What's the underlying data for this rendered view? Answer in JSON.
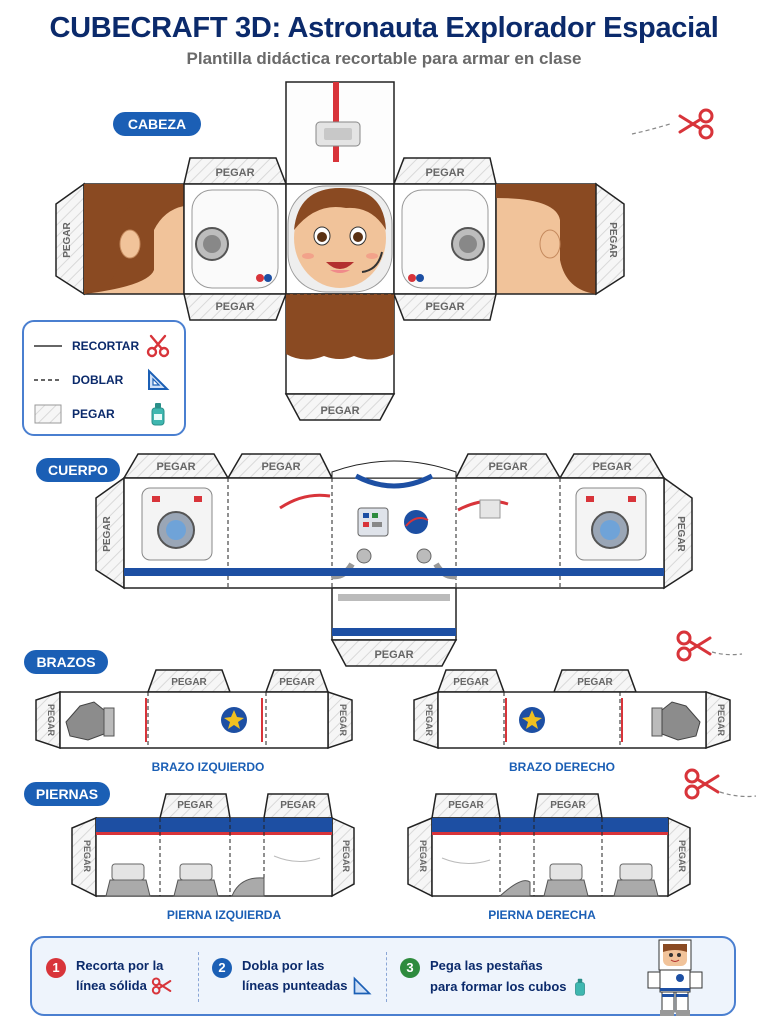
{
  "header": {
    "title": "CUBECRAFT 3D: Astronauta Explorador Espacial",
    "subtitle": "Plantilla didáctica recortable para armar en clase"
  },
  "sections": {
    "head": "CABEZA",
    "body": "CUERPO",
    "arms": "BRAZOS",
    "legs": "PIERNAS"
  },
  "tab_label": "PEGAR",
  "legend": {
    "cut": "RECORTAR",
    "fold": "DOBLAR",
    "glue": "PEGAR"
  },
  "captions": {
    "left_arm": "BRAZO IZQUIERDO",
    "right_arm": "BRAZO DERECHO",
    "left_leg": "PIERNA IZQUIERDA",
    "right_leg": "PIERNA DERECHA"
  },
  "steps": [
    {
      "number": "1",
      "line1": "Recorta por la",
      "line2": "línea sólida",
      "color": "#d8343a",
      "icon": "scissors-icon"
    },
    {
      "number": "2",
      "line1": "Dobla por las",
      "line2": "líneas punteadas",
      "color": "#1b5fb5",
      "icon": "set-square-icon"
    },
    {
      "number": "3",
      "line1": "Pega las pestañas",
      "line2": "para formar los cubos",
      "color": "#2e8b3e",
      "icon": "glue-bottle-icon"
    }
  ],
  "colors": {
    "navy": "#0b2a6b",
    "accent_blue": "#1b5fb5",
    "red": "#d8343a",
    "hair": "#8a4a22",
    "skin": "#f1c39a",
    "suit_stripe": "#1d4fa3",
    "glue": "#3fb7b0"
  }
}
